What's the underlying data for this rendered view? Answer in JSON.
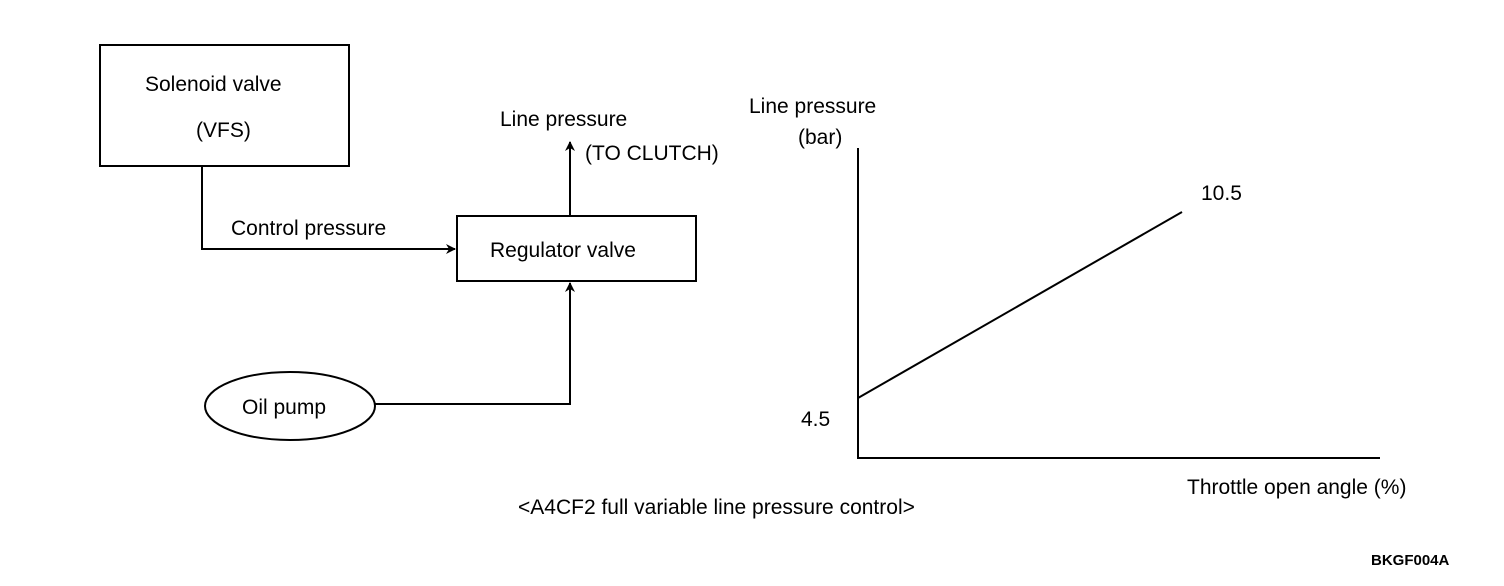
{
  "flow": {
    "solenoid_line1": "Solenoid valve",
    "solenoid_line2": "(VFS)",
    "control_pressure": "Control pressure",
    "regulator": "Regulator valve",
    "line_pressure": "Line pressure",
    "to_clutch": "(TO CLUTCH)",
    "oil_pump": "Oil pump"
  },
  "chart_data": {
    "type": "line",
    "ylabel_line1": "Line pressure",
    "ylabel_line2": "(bar)",
    "xlabel": "Throttle open angle (%)",
    "series": [
      {
        "values": [
          4.5,
          10.5
        ]
      }
    ],
    "value_labels": [
      "4.5",
      "10.5"
    ]
  },
  "caption": "<A4CF2 full variable line pressure control>",
  "figure_code": "BKGF004A",
  "colors": {
    "ink": "#000000",
    "background": "#ffffff"
  }
}
